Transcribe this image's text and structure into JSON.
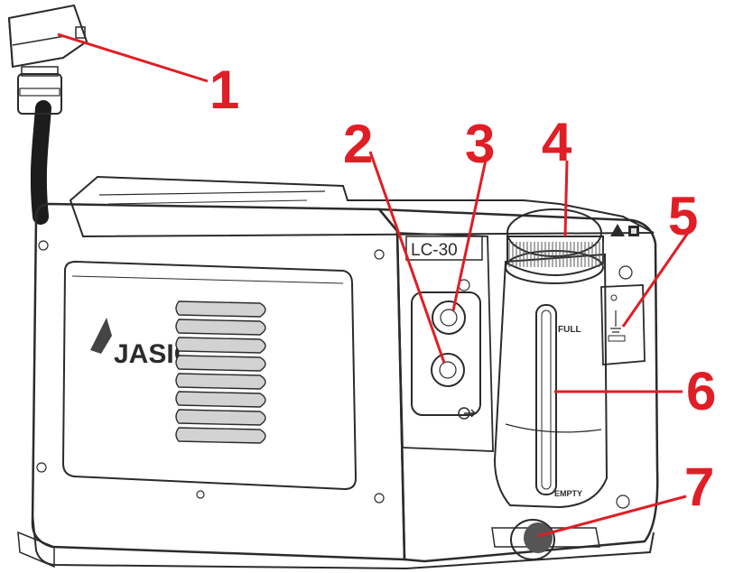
{
  "device": {
    "brand_logo": "JASIC",
    "model_plate": "LC-30",
    "tank_marks": {
      "full": "FULL",
      "empty": "EMPTY"
    },
    "colors": {
      "body": "#e2e2e2",
      "outline": "#2b2b2b",
      "callout": "#e01e25"
    }
  },
  "callouts": [
    {
      "id": 1,
      "label": "1",
      "part": "power-plug"
    },
    {
      "id": 2,
      "label": "2",
      "part": "lower-quick-connector"
    },
    {
      "id": 3,
      "label": "3",
      "part": "upper-quick-connector"
    },
    {
      "id": 4,
      "label": "4",
      "part": "tank-filler-cap"
    },
    {
      "id": 5,
      "label": "5",
      "part": "switch-panel"
    },
    {
      "id": 6,
      "label": "6",
      "part": "coolant-level-window"
    },
    {
      "id": 7,
      "label": "7",
      "part": "drain-plug"
    }
  ]
}
